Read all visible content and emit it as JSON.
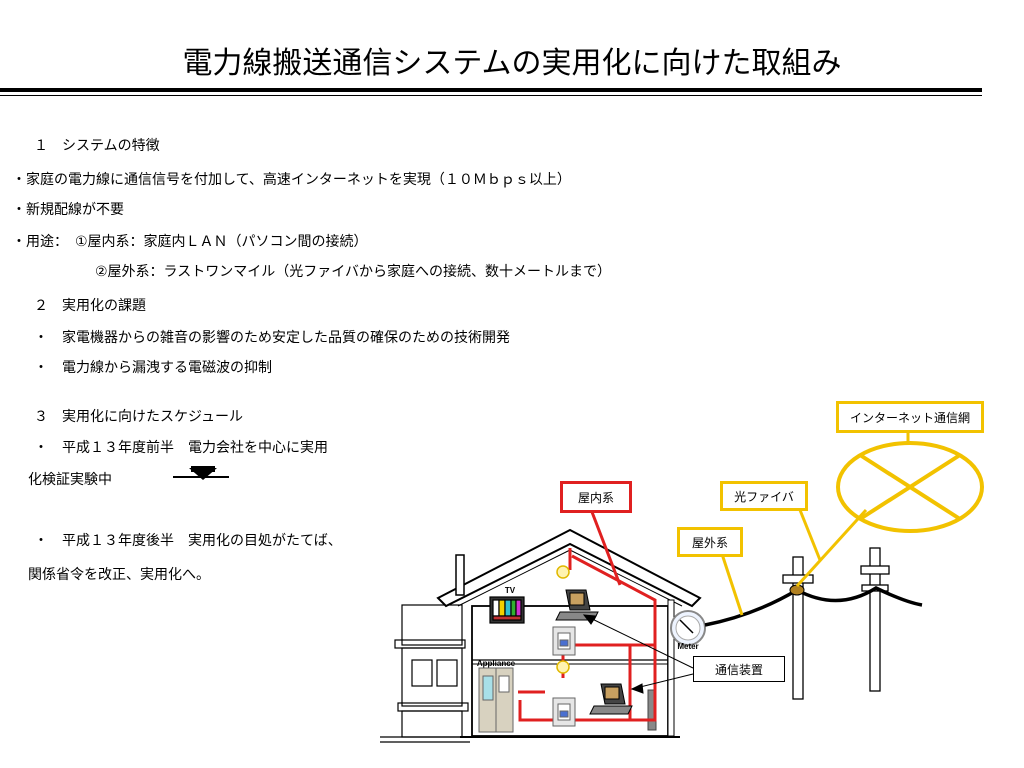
{
  "title": "電力線搬送通信システムの実用化に向けた取組み",
  "section1": {
    "heading": "１　システムの特徴",
    "bullets": [
      "・家庭の電力線に通信信号を付加して、高速インターネットを実現（１０Ｍｂｐｓ以上）",
      "・新規配線が不要",
      "・用途：　①屋内系：家庭内ＬＡＮ（パソコン間の接続）",
      "②屋外系：ラストワンマイル（光ファイバから家庭への接続、数十メートルまで）"
    ]
  },
  "section2": {
    "heading": "２　実用化の課題",
    "bullets": [
      "・　家電機器からの雑音の影響のため安定した品質の確保のための技術開発",
      "・　電力線から漏洩する電磁波の抑制"
    ]
  },
  "section3": {
    "heading": "３　実用化に向けたスケジュール",
    "line1": "・　平成１３年度前半　電力会社を中心に実用",
    "line2": "化検証実験中",
    "line3": "・　平成１３年度後半　実用化の目処がたてば、",
    "line4": "関係省令を改正、実用化へ。"
  },
  "diagram": {
    "internet_label": "インターネット通信網",
    "fiber_label": "光ファイバ",
    "indoor_label": "屋内系",
    "outdoor_label": "屋外系",
    "device_label": "通信装置",
    "tv_label": "TV",
    "appliance_label": "Appliance",
    "meter_label": "Meter",
    "colors": {
      "wire": "#e02020",
      "fiber": "#f2c200",
      "line": "#000000"
    }
  }
}
